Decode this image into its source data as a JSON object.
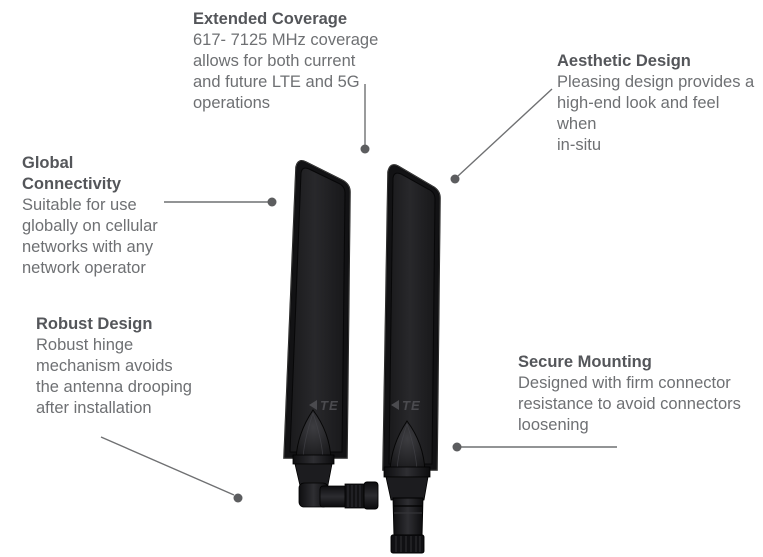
{
  "figure": {
    "type": "product-feature-callout-diagram",
    "background": "#ffffff"
  },
  "colors": {
    "callout_title": "#54565a",
    "callout_body": "#6e7073",
    "leader_line": "#6f7072",
    "leader_dot": "#5c5d5f",
    "antenna_black": "#1d1d1f"
  },
  "callouts": [
    {
      "id": "extended-coverage",
      "title": "Extended Coverage",
      "body": "617- 7125 MHz coverage\nallows for both current\nand future LTE and 5G\noperations"
    },
    {
      "id": "aesthetic-design",
      "title": "Aesthetic Design",
      "body": "Pleasing design provides a\nhigh-end look and feel when\nin-situ"
    },
    {
      "id": "global-connectivity",
      "title": "Global\nConnectivity",
      "body": "Suitable for use\nglobally on cellular\nnetworks with any\nnetwork operator"
    },
    {
      "id": "robust-design",
      "title": "Robust Design",
      "body": "Robust hinge\nmechanism avoids\nthe antenna drooping\nafter installation"
    },
    {
      "id": "secure-mounting",
      "title": "Secure Mounting",
      "body": "Designed with firm connector\nresistance to avoid connectors\nloosening"
    }
  ],
  "antennas": {
    "count": 2,
    "brand_logo": "TE",
    "left": "blade antenna with right-angle hinged SMA connector",
    "right": "blade antenna with straight SMA connector"
  }
}
